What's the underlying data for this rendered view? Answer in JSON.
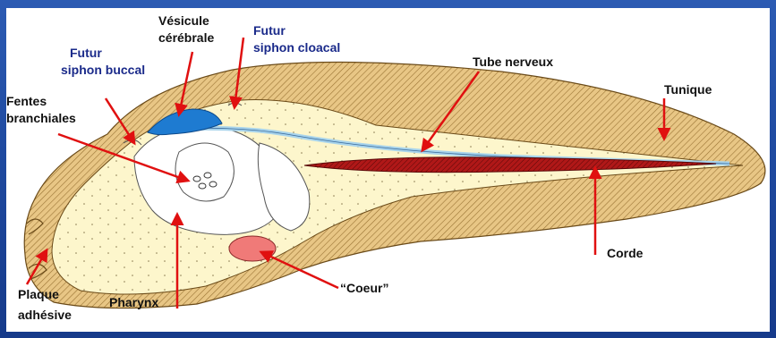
{
  "labels": {
    "vesicule": [
      "Vésicule",
      "cérébrale"
    ],
    "siphon_cloacal": [
      "Futur",
      "siphon cloacal"
    ],
    "siphon_buccal": [
      "Futur",
      "siphon buccal"
    ],
    "tube_nerveux": "Tube nerveux",
    "tunique": "Tunique",
    "fentes": [
      "Fentes",
      "branchiales"
    ],
    "corde": "Corde",
    "coeur": "“Coeur”",
    "plaque": [
      "Plaque",
      "adhésive"
    ],
    "pharynx": "Pharynx"
  },
  "colors": {
    "background": "#1f4aa0",
    "tunic": "#e8c685",
    "body": "#fdf6cc",
    "notochord": "#b01818",
    "nerve_tube": "#a8d4ec",
    "vesicle": "#1e7bd1",
    "heart": "#f07a78",
    "arrow": "#e01010",
    "label_blue": "#1a2a8a"
  }
}
